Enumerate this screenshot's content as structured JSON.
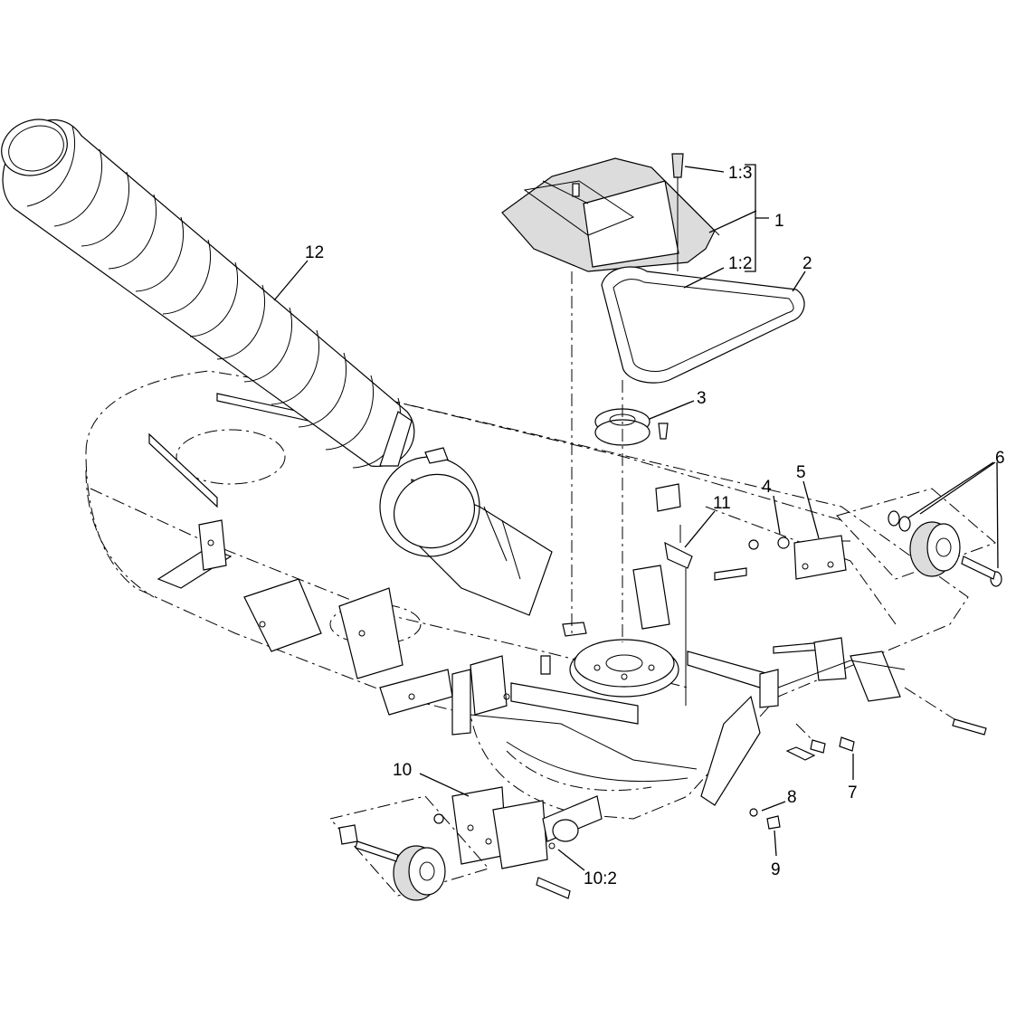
{
  "callouts": [
    {
      "id": "c-1-3",
      "text": "1:3"
    },
    {
      "id": "c-1",
      "text": "1"
    },
    {
      "id": "c-1-2",
      "text": "1:2"
    },
    {
      "id": "c-2",
      "text": "2"
    },
    {
      "id": "c-12",
      "text": "12"
    },
    {
      "id": "c-3",
      "text": "3"
    },
    {
      "id": "c-4",
      "text": "4"
    },
    {
      "id": "c-5",
      "text": "5"
    },
    {
      "id": "c-6",
      "text": "6"
    },
    {
      "id": "c-11",
      "text": "11"
    },
    {
      "id": "c-7",
      "text": "7"
    },
    {
      "id": "c-8",
      "text": "8"
    },
    {
      "id": "c-9",
      "text": "9"
    },
    {
      "id": "c-10",
      "text": "10"
    },
    {
      "id": "c-10-2",
      "text": "10:2"
    }
  ]
}
